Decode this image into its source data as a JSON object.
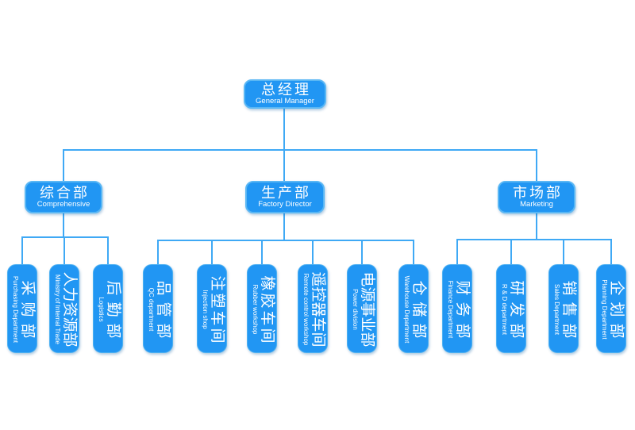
{
  "chart": {
    "root": {
      "cn": "总经理",
      "en": "General Manager"
    },
    "branches": [
      {
        "cn": "综合部",
        "en": "Comprehensive"
      },
      {
        "cn": "生产部",
        "en": "Factory Director"
      },
      {
        "cn": "市场部",
        "en": "Marketing"
      }
    ],
    "leaves": [
      {
        "cn": "采购部",
        "en": "Purchasing Department"
      },
      {
        "cn": "人力资源部",
        "en": "Ministry of Internal Trade"
      },
      {
        "cn": "后勤部",
        "en": "Logistics"
      },
      {
        "cn": "品管部",
        "en": "QC department"
      },
      {
        "cn": "注塑车间",
        "en": "Injection shop"
      },
      {
        "cn": "橡胶车间",
        "en": "Rubber workshop"
      },
      {
        "cn": "遥控器车间",
        "en": "Remote control workshop"
      },
      {
        "cn": "电源事业部",
        "en": "Power division"
      },
      {
        "cn": "仓储部",
        "en": "Warehouse Department"
      },
      {
        "cn": "财务部",
        "en": "Finance Department"
      },
      {
        "cn": "研发部",
        "en": "R & D department"
      },
      {
        "cn": "销售部",
        "en": "Sales Department"
      },
      {
        "cn": "企划部",
        "en": "Planning Department"
      }
    ]
  },
  "colors": {
    "box_fill": "#2196f3",
    "box_border": "#5ab7f4",
    "connector": "#3fa9f5",
    "text": "#ffffff",
    "background": "#ffffff"
  }
}
